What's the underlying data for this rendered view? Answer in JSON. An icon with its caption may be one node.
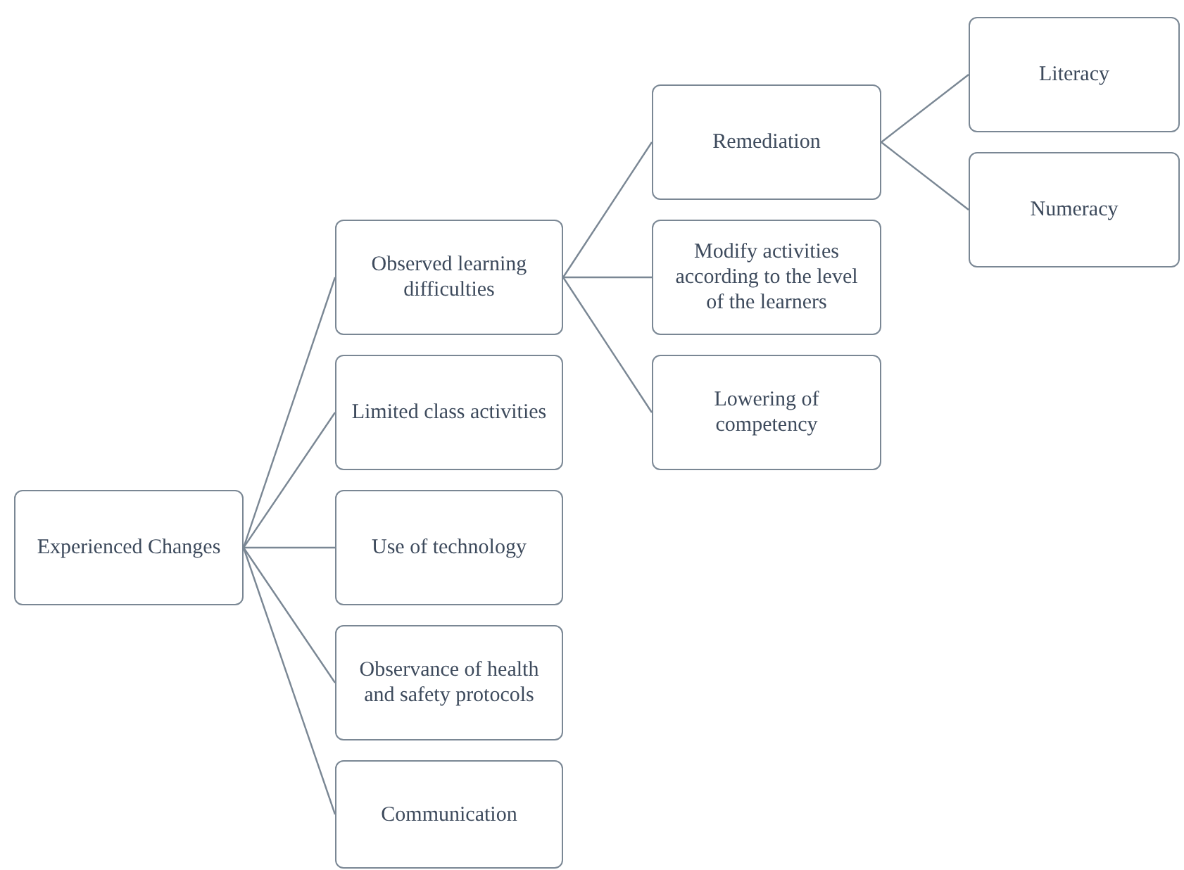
{
  "diagram": {
    "nodes": [
      {
        "text": [
          "Experienced Changes"
        ]
      },
      {
        "text": [
          "Observed learning difficulties"
        ]
      },
      {
        "text": [
          "Limited class activities"
        ]
      },
      {
        "text": [
          "Use of technology"
        ]
      },
      {
        "text": [
          "Observance of health and safety protocols"
        ]
      },
      {
        "text": [
          "Communication"
        ]
      },
      {
        "text": [
          "Remediation"
        ]
      },
      {
        "text": [
          "Modify activities according to the level of the learners"
        ]
      },
      {
        "text": [
          "Lowering of competency"
        ]
      },
      {
        "text": [
          "Literacy"
        ]
      },
      {
        "text": [
          "Numeracy"
        ]
      }
    ],
    "edges": [
      {
        "from": 0,
        "to": 1,
        "arrow": "none"
      },
      {
        "from": 0,
        "to": 2,
        "arrow": "none"
      },
      {
        "from": 0,
        "to": 3,
        "arrow": "none"
      },
      {
        "from": 0,
        "to": 4,
        "arrow": "none"
      },
      {
        "from": 0,
        "to": 5,
        "arrow": "none"
      },
      {
        "from": 1,
        "to": 6,
        "arrow": "none"
      },
      {
        "from": 1,
        "to": 7,
        "arrow": "none"
      },
      {
        "from": 1,
        "to": 8,
        "arrow": "none"
      },
      {
        "from": 6,
        "to": 9,
        "arrow": "none"
      },
      {
        "from": 6,
        "to": 10,
        "arrow": "none"
      }
    ]
  }
}
